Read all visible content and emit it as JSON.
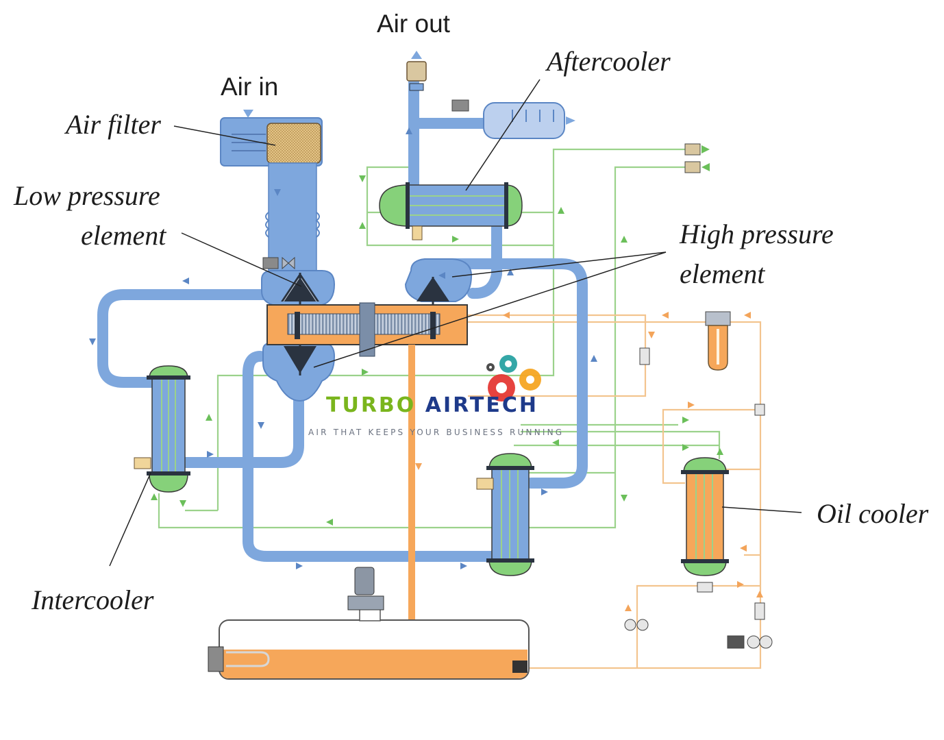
{
  "labels": {
    "air_out": "Air out",
    "air_in": "Air in",
    "aftercooler": "Aftercooler",
    "air_filter": "Air filter",
    "low_pressure_line1": "Low pressure",
    "low_pressure_line2": "element",
    "high_pressure_line1": "High pressure",
    "high_pressure_line2": "element",
    "oil_cooler": "Oil cooler",
    "intercooler": "Intercooler"
  },
  "watermark": {
    "brand_word1": "TURBO",
    "brand_word2": "AIRTECH",
    "tagline": "AIR THAT KEEPS YOUR BUSINESS RUNNING"
  },
  "colors": {
    "air_pipe": "#7ea7dd",
    "air_pipe_dark": "#5b86c4",
    "oil": "#f6a75a",
    "oil_line": "#f3c48e",
    "cooling_water": "#9bd28b",
    "cooler_cap": "#86d17a",
    "gearbox": "#f6a75a",
    "text": "#1c1c1c"
  }
}
